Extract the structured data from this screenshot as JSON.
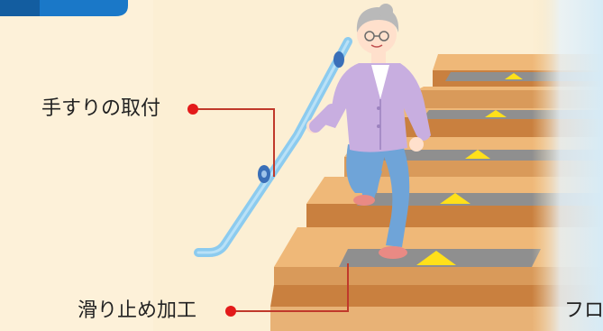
{
  "labels": {
    "handrail": "手すりの取付",
    "antislip": "滑り止め加工",
    "floor": "フロ"
  },
  "colors": {
    "wall": "#fdf1d9",
    "wall_right": "#fbe9c4",
    "banner": "#1a78c8",
    "stair_tread": "#d99a5a",
    "stair_riser": "#c9803f",
    "stair_edge": "#efb878",
    "mat": "#8f8f8f",
    "mark": "#ffe01a",
    "handrail": "#8ccbef",
    "bracket": "#3a6fb8",
    "leader": "#c0392b",
    "cardigan": "#c8aee0",
    "pants": "#6fa4d8",
    "hair": "#b9b9b9",
    "skin": "#ffe0cc"
  },
  "icons": {
    "person": "elderly-woman-illustration",
    "dot": "red-dot-marker"
  }
}
